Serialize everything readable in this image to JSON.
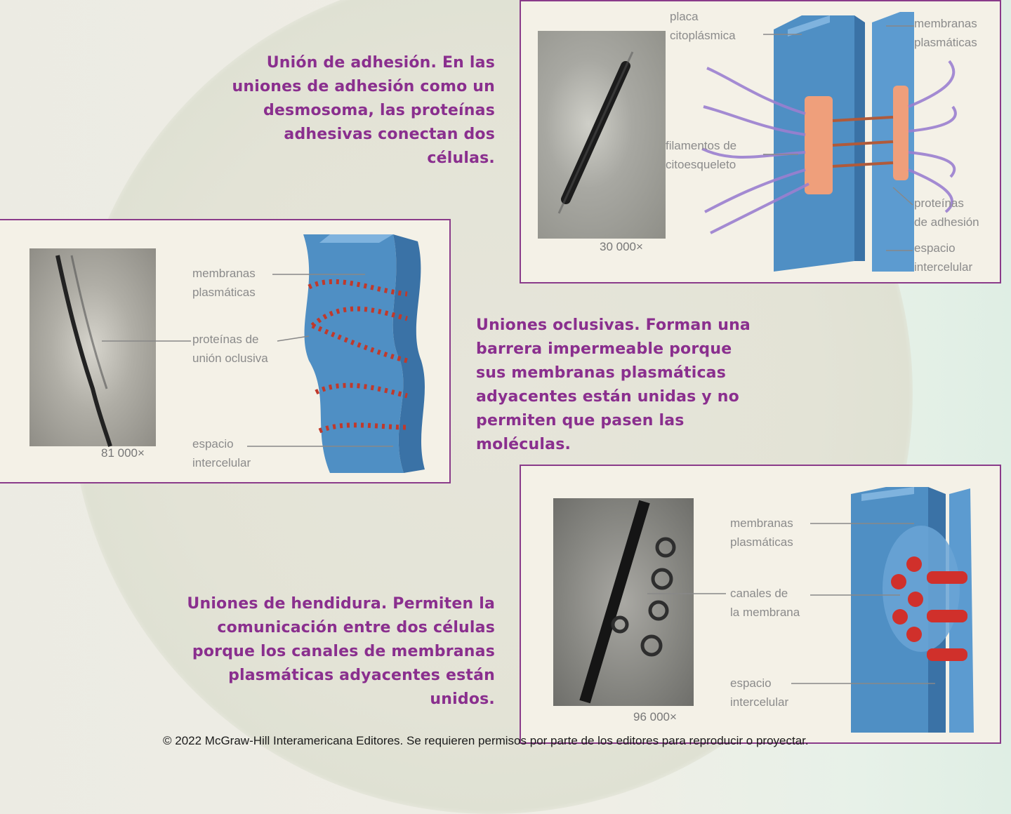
{
  "captions": {
    "adhesion": "Unión de adhesión. En las uniones de adhesión como un desmosoma, las proteínas adhesivas conectan dos células.",
    "occlusive": "Uniones oclusivas. Forman una barrera impermeable porque sus membranas plasmáticas adyacentes están unidas y no permiten que pasen las moléculas.",
    "gap": "Uniones de hendidura. Permiten la comunicación entre dos células porque los canales de membranas plasmáticas adyacentes están unidos."
  },
  "panel_adhesion": {
    "magnification": "30 000×",
    "labels": {
      "plaque": "placa\ncitoplásmica",
      "membranes": "membranas\nplasmáticas",
      "filaments": "filamentos de\ncitoesqueleto",
      "proteins": "proteínas\nde adhesión",
      "space": "espacio\nintercelular"
    }
  },
  "panel_occlusive": {
    "magnification": "81 000×",
    "labels": {
      "membranes": "membranas\nplasmáticas",
      "proteins": "proteínas de\nunión oclusiva",
      "space": "espacio\nintercelular"
    }
  },
  "panel_gap": {
    "magnification": "96 000×",
    "labels": {
      "membranes": "membranas\nplasmáticas",
      "channels": "canales de\nla membrana",
      "space": "espacio\nintercelular"
    }
  },
  "footer": "© 2022 McGraw-Hill Interamericana Editores. Se requieren permisos por parte de los editores para reproducir o proyectar.",
  "colors": {
    "caption": "#8a2f8e",
    "panel_border": "#8a3b8a",
    "membrane": "#4f8fc4",
    "protein": "#e07a55",
    "filament": "#9b7fd0"
  }
}
